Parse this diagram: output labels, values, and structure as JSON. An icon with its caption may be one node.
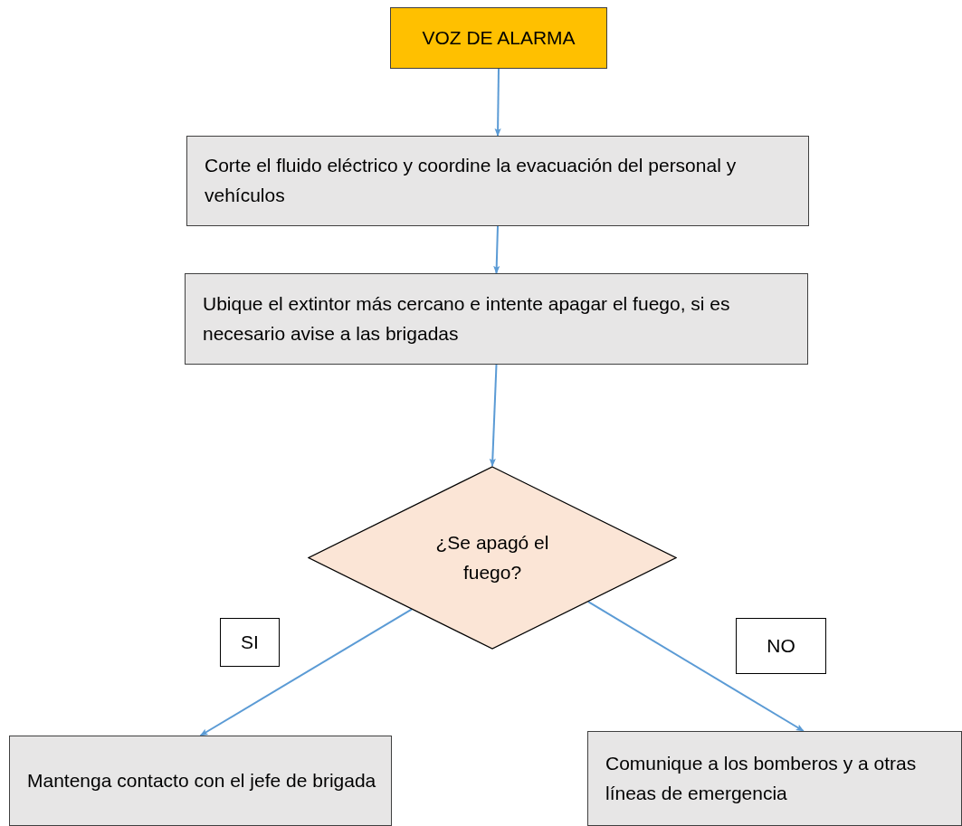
{
  "diagram": {
    "nodes": [
      {
        "text": [
          "VOZ DE ALARMA"
        ]
      },
      {
        "text": [
          "Corte el fluido eléctrico y coordine la evacuación del personal y vehículos"
        ]
      },
      {
        "text": [
          "Ubique el extintor más cercano e intente apagar el fuego, si es necesario avise a las brigadas"
        ]
      },
      {
        "text": [
          "¿Se apagó el fuego?"
        ]
      },
      {
        "text": [
          "SI"
        ]
      },
      {
        "text": [
          "NO"
        ]
      },
      {
        "text": [
          "Mantenga contacto con el jefe de brigada"
        ]
      },
      {
        "text": [
          "Comunique a los bomberos y a otras líneas de emergencia"
        ]
      }
    ],
    "edges": [
      {
        "from": 0,
        "to": 1,
        "arrow": "to"
      },
      {
        "from": 1,
        "to": 2,
        "arrow": "to"
      },
      {
        "from": 2,
        "to": 3,
        "arrow": "to"
      },
      {
        "from": 3,
        "to": 6,
        "arrow": "to"
      },
      {
        "from": 3,
        "to": 7,
        "arrow": "to"
      }
    ]
  }
}
